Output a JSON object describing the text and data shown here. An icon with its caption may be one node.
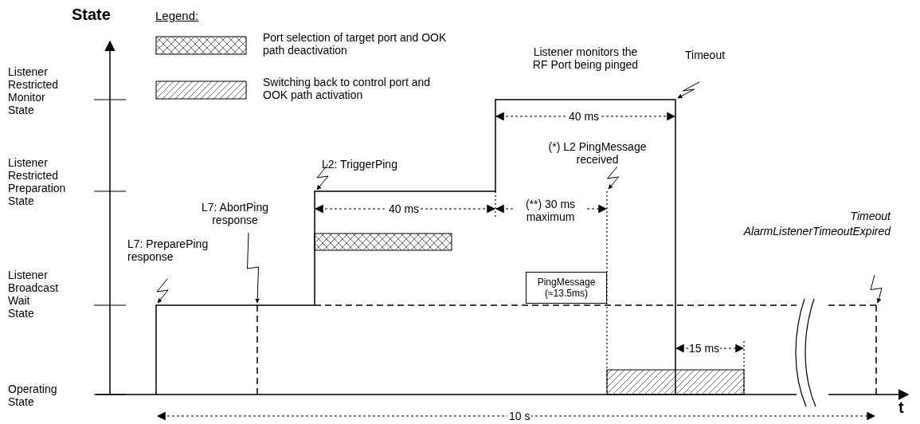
{
  "diagram": {
    "nodes": [
      {
        "text": [],
        "shape": "bar"
      },
      {
        "text": [
          "PingMessage (≈13.5ms)"
        ]
      },
      {
        "text": [],
        "shape": "bar"
      }
    ],
    "labels": [
      "State",
      "Legend:",
      "Listener Restricted Monitor State",
      "Listener Restricted Preparation State",
      "Listener Broadcast Wait State",
      "Operating State",
      "Listener monitors the RF Port being pinged",
      "Timeout",
      "40 ms",
      "L2: TriggerPing",
      "(*) L2 PingMessage received",
      "L7: AbortPing response",
      "40 ms",
      "(**) 30 ms maximum",
      "Timeout AlarmListenerTimeoutExpired",
      "L7: PreparePing response",
      "15 ms",
      "10 s",
      "t"
    ],
    "legend": [
      {
        "text": "Port selection of target port and OOK path deactivation"
      },
      {
        "text": "Switching back to control port and OOK path activation"
      }
    ]
  }
}
